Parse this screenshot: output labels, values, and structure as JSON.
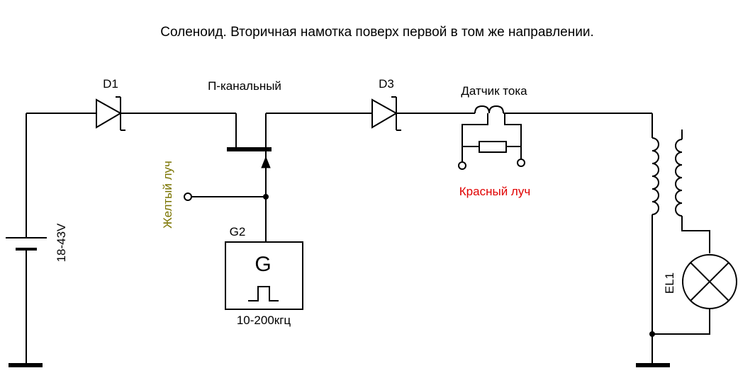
{
  "title": "Соленоид. Вторичная намотка поверх первой в том же направлении.",
  "components": {
    "d1": {
      "label": "D1"
    },
    "d3": {
      "label": "D3"
    },
    "transistor": {
      "label": "П-канальный"
    },
    "current_sensor": {
      "label": "Датчик тока"
    },
    "battery": {
      "label": "18-43V"
    },
    "generator": {
      "label": "G2",
      "symbol": "G",
      "frequency": "10-200кгц"
    },
    "lamp": {
      "label": "EL1"
    }
  },
  "probes": {
    "yellow": {
      "label": "Желтый луч",
      "color": "#7a7400"
    },
    "red": {
      "label": "Красный луч",
      "color": "#e00000"
    }
  }
}
